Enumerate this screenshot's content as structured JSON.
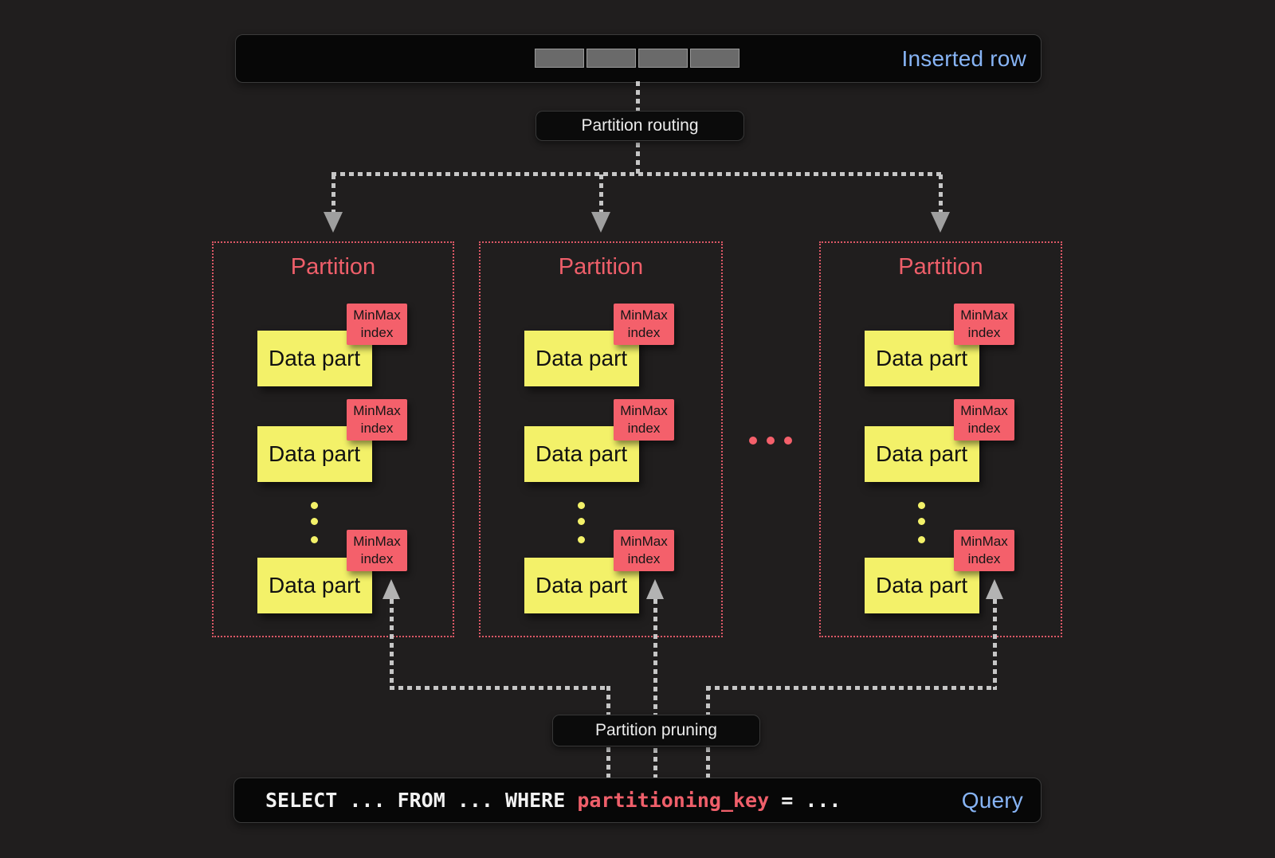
{
  "colors": {
    "background": "#201e1e",
    "box_bg": "#070707",
    "accent_blue": "#87b4f5",
    "accent_red": "#ef5f6a",
    "partition_border": "#dc5866",
    "data_part_yellow": "#f3f169",
    "minmax_red": "#f4606b",
    "line_gray": "#c6c6c6",
    "arrow_gray": "#9f9f9f"
  },
  "inserted_row": {
    "label": "Inserted row",
    "cell_count": 4
  },
  "labels": {
    "partition_routing": "Partition routing",
    "partition_pruning": "Partition pruning"
  },
  "partitions": [
    {
      "title": "Partition",
      "data_parts": [
        {
          "label": "Data part",
          "tag_line1": "MinMax",
          "tag_line2": "index"
        },
        {
          "label": "Data part",
          "tag_line1": "MinMax",
          "tag_line2": "index"
        },
        {
          "label": "Data part",
          "tag_line1": "MinMax",
          "tag_line2": "index"
        }
      ],
      "more_parts_dots": 3
    },
    {
      "title": "Partition",
      "data_parts": [
        {
          "label": "Data part",
          "tag_line1": "MinMax",
          "tag_line2": "index"
        },
        {
          "label": "Data part",
          "tag_line1": "MinMax",
          "tag_line2": "index"
        },
        {
          "label": "Data part",
          "tag_line1": "MinMax",
          "tag_line2": "index"
        }
      ],
      "more_parts_dots": 3
    },
    {
      "title": "Partition",
      "data_parts": [
        {
          "label": "Data part",
          "tag_line1": "MinMax",
          "tag_line2": "index"
        },
        {
          "label": "Data part",
          "tag_line1": "MinMax",
          "tag_line2": "index"
        },
        {
          "label": "Data part",
          "tag_line1": "MinMax",
          "tag_line2": "index"
        }
      ],
      "more_parts_dots": 3
    }
  ],
  "partitions_ellipsis_dots": 3,
  "query": {
    "code_prefix": "SELECT ... FROM ... WHERE ",
    "code_key": "partitioning_key",
    "code_suffix": " = ...",
    "label": "Query"
  }
}
